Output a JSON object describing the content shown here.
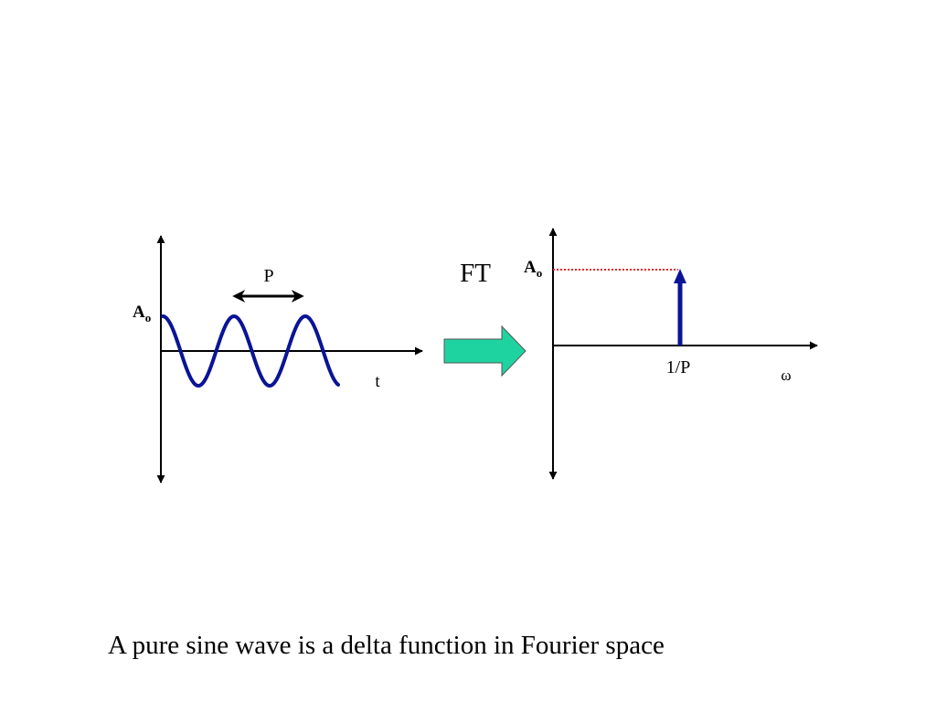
{
  "left_plot": {
    "amplitude_label": "A",
    "amplitude_subscript": "o",
    "period_label": "P",
    "x_axis_label": "t"
  },
  "transform": {
    "label": "FT"
  },
  "right_plot": {
    "amplitude_label": "A",
    "amplitude_subscript": "o",
    "delta_position_label": "1/P",
    "x_axis_label": "ω"
  },
  "caption": "A pure sine wave is a delta function in Fourier space",
  "colors": {
    "wave": "#0a1496",
    "delta_arrow": "#0a1496",
    "dotted_guide": "#e8202a",
    "transform_arrow_fill": "#1fd3a0",
    "axes": "#000000"
  }
}
